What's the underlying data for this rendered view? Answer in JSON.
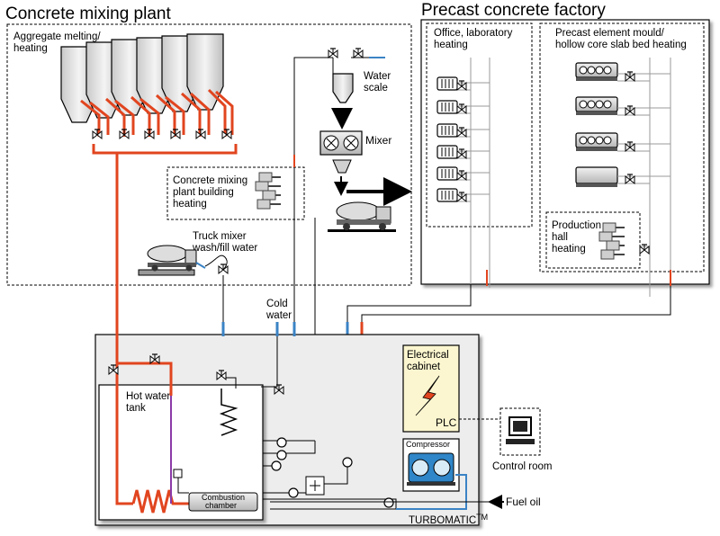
{
  "colors": {
    "hot_pipe": "#e1451f",
    "cold_pipe": "#3b83c5",
    "violet_pipe": "#8a3aa8",
    "plant_box": "#ededed",
    "cabinet": "#fbf6cf",
    "compressor": "#2f86c8",
    "line": "#000000",
    "grey_line": "#9a9a9a"
  },
  "titles": {
    "mixing_plant": "Concrete mixing plant",
    "precast_factory": "Precast concrete factory"
  },
  "labels": {
    "aggregate": [
      "Aggregate melting/",
      "heating"
    ],
    "water_scale": [
      "Water",
      "scale"
    ],
    "mixer": "Mixer",
    "building_heating": [
      "Concrete mixing",
      "plant building",
      "heating"
    ],
    "truck_mixer": [
      "Truck mixer",
      "wash/fill water"
    ],
    "cold_water": [
      "Cold",
      "water"
    ],
    "office_heating": [
      "Office, laboratory",
      "heating"
    ],
    "precast_mould": [
      "Precast element mould/",
      "hollow core slab  bed heating"
    ],
    "production_hall": [
      "Production",
      "hall",
      "heating"
    ],
    "hot_water_tank": [
      "Hot water",
      "tank"
    ],
    "electrical_cabinet": [
      "Electrical",
      "cabinet"
    ],
    "plc": "PLC",
    "compressor": "Compressor",
    "combustion_chamber": [
      "Combustion",
      "chamber"
    ],
    "control_room": "Control room",
    "fuel_oil": "Fuel oil",
    "brand": "TURBOMATIC",
    "brand_tm": "TM"
  }
}
